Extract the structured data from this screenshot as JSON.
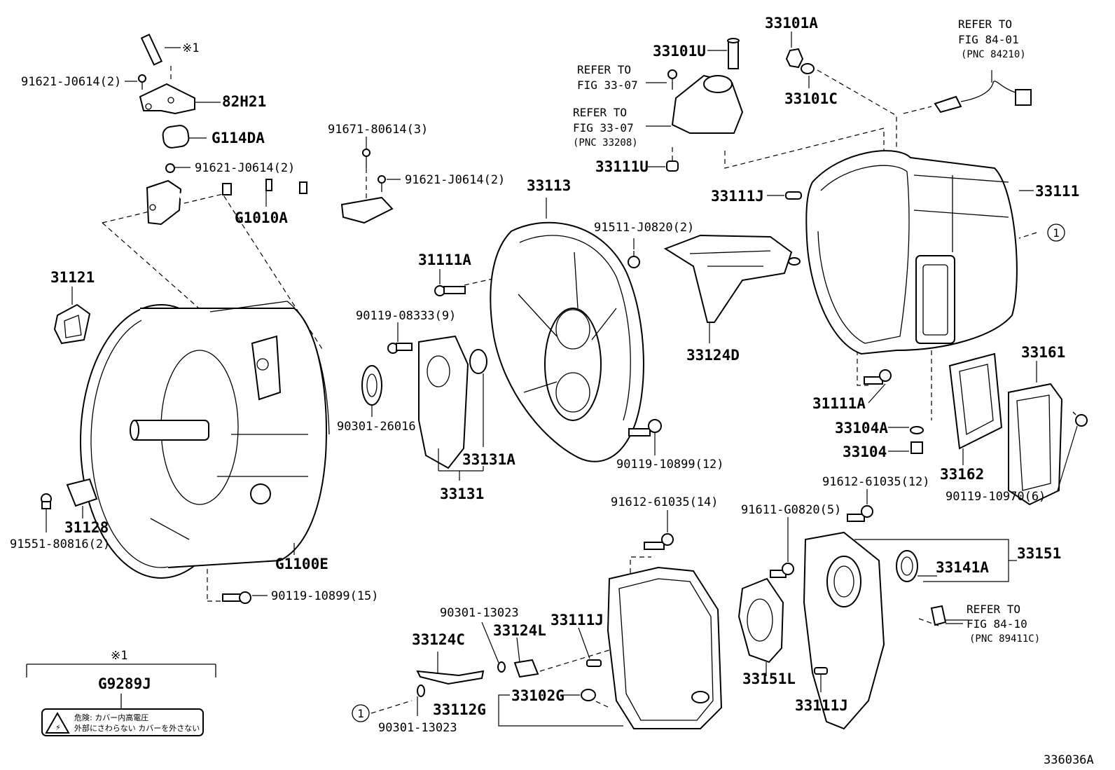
{
  "labels": {
    "l_91621_top": "91621-J0614(2)",
    "l_82H21": "82H21",
    "l_G114DA": "G114DA",
    "l_91621_mid": "91621-J0614(2)",
    "l_91671": "91671-80614(3)",
    "l_91621_right": "91621-J0614(2)",
    "l_G1010A": "G1010A",
    "l_31121": "31121",
    "l_31128": "31128",
    "l_91551": "91551-80816(2)",
    "l_G1100E": "G1100E",
    "l_90119_15": "90119-10899(15)",
    "l_33113": "33113",
    "l_91511": "91511-J0820(2)",
    "l_31111A": "31111A",
    "l_90119_08333": "90119-08333(9)",
    "l_90301_26016": "90301-26016",
    "l_33131A": "33131A",
    "l_33131": "33131",
    "l_90119_12": "90119-10899(12)",
    "l_33101U": "33101U",
    "l_33111U": "33111U",
    "l_33101A": "33101A",
    "l_33101C": "33101C",
    "l_33111J_top": "33111J",
    "l_33124D": "33124D",
    "l_33111": "33111",
    "l_31111A_right": "31111A",
    "l_33104A": "33104A",
    "l_33104": "33104",
    "l_33161": "33161",
    "l_33162": "33162",
    "l_90119_10970": "90119-10970(6)",
    "l_91612_12": "91612-61035(12)",
    "l_91612_14": "91612-61035(14)",
    "l_91611": "91611-G0820(5)",
    "l_33151": "33151",
    "l_33141A": "33141A",
    "l_33151L": "33151L",
    "l_33111J_bottom": "33111J",
    "l_33111J_mid": "33111J",
    "l_90301_13023_top": "90301-13023",
    "l_33124C": "33124C",
    "l_33124L": "33124L",
    "l_33112G": "33112G",
    "l_33102G": "33102G",
    "l_90301_13023_bottom": "90301-13023",
    "l_G9289J": "G9289J",
    "l_note_mark_top": "※1",
    "l_note_mark_box": "※1",
    "l_circle_1_right": "1",
    "l_circle_1_left": "1",
    "l_figure_id": "336036A"
  },
  "refer": {
    "r1_line1": "REFER TO",
    "r1_line2": "FIG 33-07",
    "r2_line1": "REFER TO",
    "r2_line2": "FIG 33-07",
    "r2_line3": "(PNC 33208)",
    "r3_line1": "REFER TO",
    "r3_line2": "FIG 84-01",
    "r3_line3": "(PNC 84210)",
    "r4_line1": "REFER TO",
    "r4_line2": "FIG 84-10",
    "r4_line3": "(PNC 89411C)"
  },
  "warning_label": {
    "line1": "危険: カバー内高電圧",
    "line2": "外部にさわらない  カバーを外さない"
  }
}
